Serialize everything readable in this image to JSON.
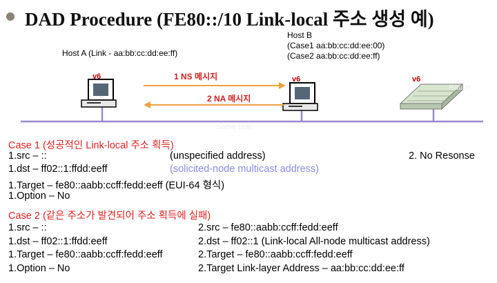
{
  "title": "DAD Procedure (FE80::/10 Link-local 주소 생성 예)",
  "hostA": {
    "label": "Host A (Link - aa:bb:cc:dd:ee:ff)",
    "v6": "v6"
  },
  "hostB": {
    "title": "Host B",
    "case1": "(Case1 aa:bb:cc:dd:ee:00)",
    "case2": "(Case2 aa:bb:cc:dd:ee:ff)",
    "v6": "v6"
  },
  "router": {
    "label": "Router",
    "v6": "v6"
  },
  "link_label": "Same Link",
  "messages": {
    "ns": "1 NS 메시지",
    "na": "2 NA 메시지"
  },
  "colors": {
    "arrow": "#f0a040",
    "link_line": "#9988cc",
    "case_title": "#e02020",
    "note": "#8a8ae8"
  },
  "case1": {
    "title": "Case 1 (성공적인 Link-local 주소 획득)",
    "src": "1.src – ::",
    "src_note": "(unspecified address)",
    "dst": "1.dst – ff02::1:ffdd:eeff",
    "dst_note": "(solicited-node multicast address)",
    "target": "1.Target – fe80::aabb:ccff:fedd:eeff (EUI-64 형식)",
    "option": "1.Option – No",
    "response": "2. No Resonse"
  },
  "case2": {
    "title": "Case 2 (같은 주소가 발견되어 주소 획득에 실패)",
    "left": [
      "1.src – ::",
      "1.dst – ff02::1:ffdd:eeff",
      "1.Target – fe80::aabb:ccff:fedd:eeff",
      "1.Option – No"
    ],
    "right": [
      "2.src – fe80::aabb:ccff:fedd:eeff",
      "2.dst – ff02::1 (Link-local All-node multicast address)",
      "2.Target – fe80::aabb:ccff:fedd:eeff",
      "2.Target Link-layer Address – aa:bb:cc:dd:ee:ff"
    ]
  }
}
